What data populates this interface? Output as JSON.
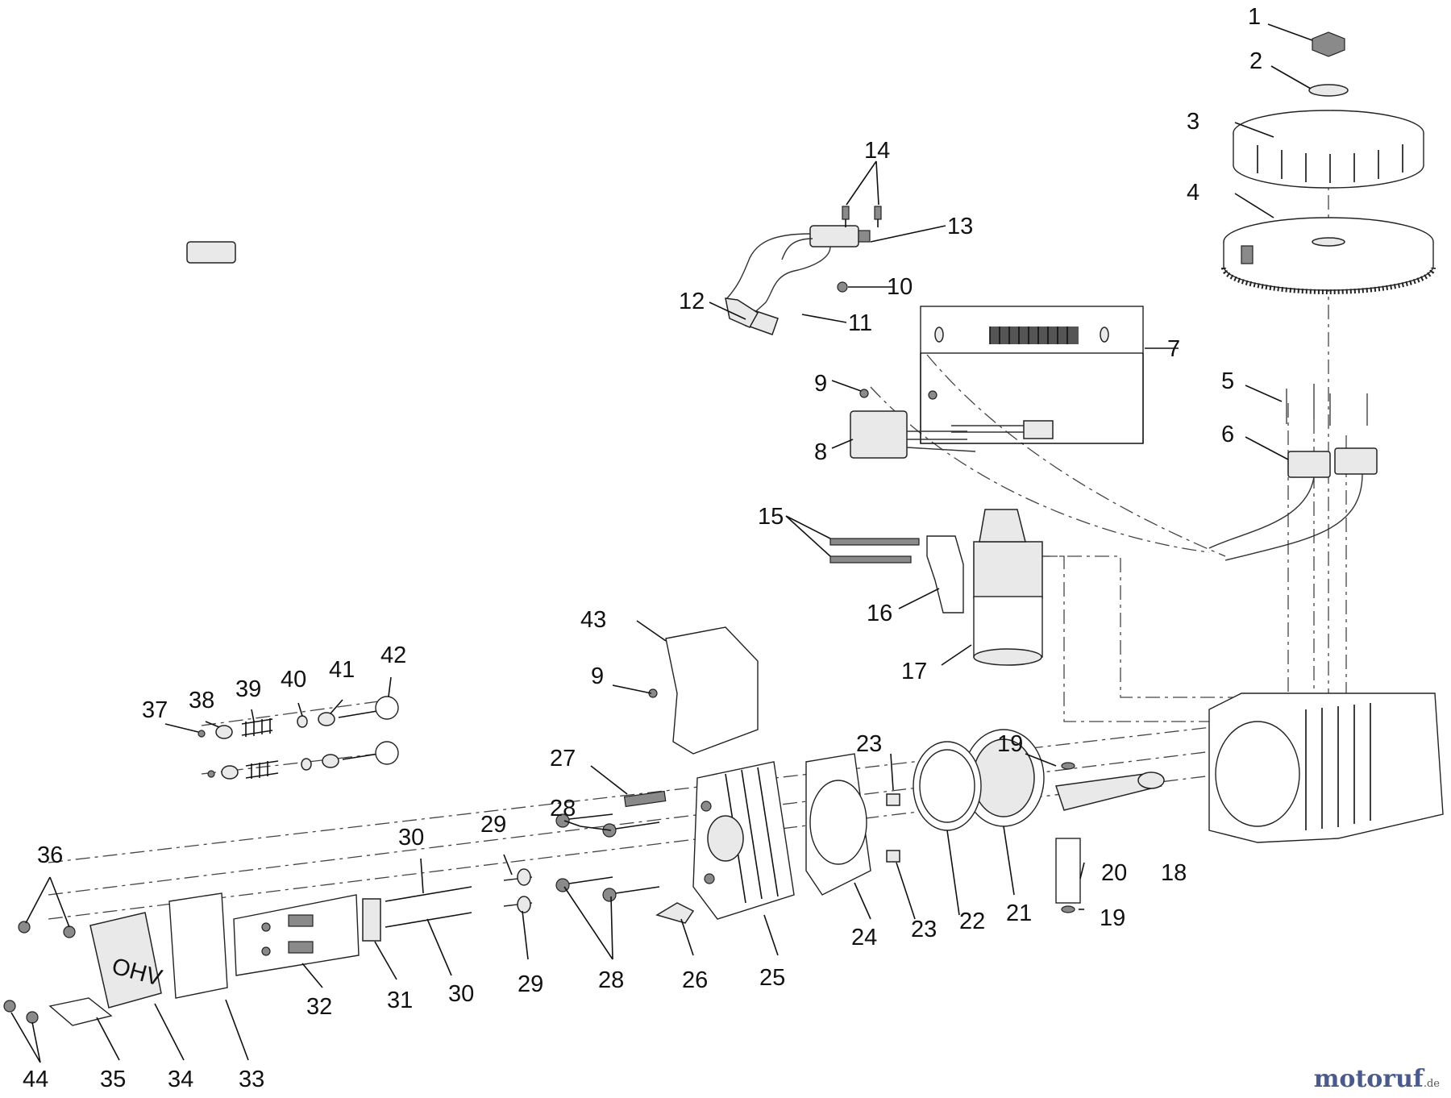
{
  "callouts": [
    {
      "id": "1",
      "text": "1"
    },
    {
      "id": "2",
      "text": "2"
    },
    {
      "id": "3",
      "text": "3"
    },
    {
      "id": "4",
      "text": "4"
    },
    {
      "id": "5",
      "text": "5"
    },
    {
      "id": "6",
      "text": "6"
    },
    {
      "id": "7",
      "text": "7"
    },
    {
      "id": "8",
      "text": "8"
    },
    {
      "id": "9a",
      "text": "9"
    },
    {
      "id": "9b",
      "text": "9"
    },
    {
      "id": "10",
      "text": "10"
    },
    {
      "id": "11",
      "text": "11"
    },
    {
      "id": "12",
      "text": "12"
    },
    {
      "id": "13",
      "text": "13"
    },
    {
      "id": "14",
      "text": "14"
    },
    {
      "id": "15",
      "text": "15"
    },
    {
      "id": "16",
      "text": "16"
    },
    {
      "id": "17",
      "text": "17"
    },
    {
      "id": "18",
      "text": "18"
    },
    {
      "id": "19a",
      "text": "19"
    },
    {
      "id": "19b",
      "text": "19"
    },
    {
      "id": "20",
      "text": "20"
    },
    {
      "id": "21",
      "text": "21"
    },
    {
      "id": "22",
      "text": "22"
    },
    {
      "id": "23a",
      "text": "23"
    },
    {
      "id": "23b",
      "text": "23"
    },
    {
      "id": "24",
      "text": "24"
    },
    {
      "id": "25",
      "text": "25"
    },
    {
      "id": "26",
      "text": "26"
    },
    {
      "id": "27",
      "text": "27"
    },
    {
      "id": "28a",
      "text": "28"
    },
    {
      "id": "28b",
      "text": "28"
    },
    {
      "id": "29a",
      "text": "29"
    },
    {
      "id": "29b",
      "text": "29"
    },
    {
      "id": "30a",
      "text": "30"
    },
    {
      "id": "30b",
      "text": "30"
    },
    {
      "id": "31",
      "text": "31"
    },
    {
      "id": "32",
      "text": "32"
    },
    {
      "id": "33",
      "text": "33"
    },
    {
      "id": "34",
      "text": "34"
    },
    {
      "id": "35",
      "text": "35"
    },
    {
      "id": "36",
      "text": "36"
    },
    {
      "id": "37",
      "text": "37"
    },
    {
      "id": "38",
      "text": "38"
    },
    {
      "id": "39",
      "text": "39"
    },
    {
      "id": "40",
      "text": "40"
    },
    {
      "id": "41",
      "text": "41"
    },
    {
      "id": "42",
      "text": "42"
    },
    {
      "id": "43",
      "text": "43"
    },
    {
      "id": "44",
      "text": "44"
    }
  ],
  "valve_cover_text": "OHV",
  "watermark": {
    "brand": "motoruf",
    "tld": ".de"
  }
}
